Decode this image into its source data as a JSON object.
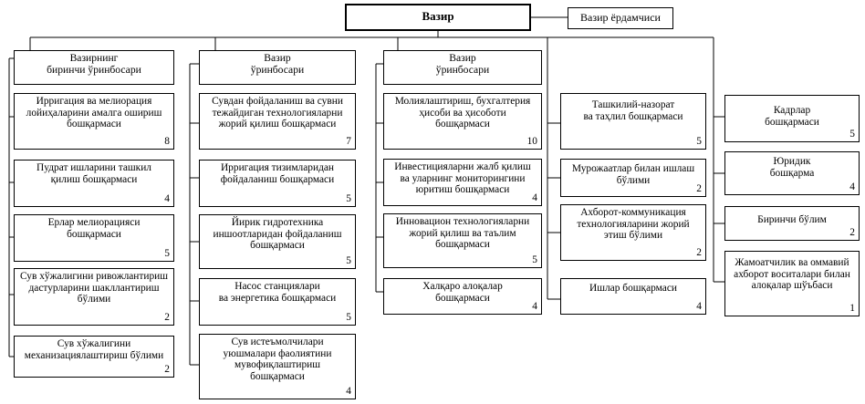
{
  "minister": "Вазир",
  "assistant": "Вазир ёрдамчиси",
  "deputies": [
    "Вазирнинг\nбиринчи ўринбосари",
    "Вазир\nўринбосари",
    "Вазир\nўринбосари"
  ],
  "col1": [
    {
      "name": "Ирригация ва мелиорация\nлойиҳаларини амалга ошириш\nбошқармаси",
      "count": "8"
    },
    {
      "name": "Пудрат ишларини ташкил\nқилиш бошқармаси",
      "count": "4"
    },
    {
      "name": "Ерлар мелиорацияси\nбошқармаси",
      "count": "5"
    },
    {
      "name": "Сув хўжалигини ривожлантириш\nдастурларини шакллантириш\nбўлими",
      "count": "2"
    },
    {
      "name": "Сув хўжалигини\nмеханизациялаштириш бўлими",
      "count": "2"
    }
  ],
  "col2": [
    {
      "name": "Сувдан фойдаланиш ва сувни\nтежайдиган технологияларни\nжорий қилиш бошқармаси",
      "count": "7"
    },
    {
      "name": "Ирригация тизимларидан\nфойдаланиш бошқармаси",
      "count": "5"
    },
    {
      "name": "Йирик гидротехника\nиншоотларидан фойдаланиш\nбошқармаси",
      "count": "5"
    },
    {
      "name": "Насос станциялари\nва энергетика бошқармаси",
      "count": "5"
    },
    {
      "name": "Сув истеъмолчилари\nуюшмалари фаолиятини\nмувофиқлаштириш\nбошқармаси",
      "count": "4"
    }
  ],
  "col3": [
    {
      "name": "Молиялаштириш, бухгалтерия\nҳисоби ва ҳисоботи\nбошқармаси",
      "count": "10"
    },
    {
      "name": "Инвестицияларни жалб қилиш\nва уларнинг мониторингини\nюритиш бошқармаси",
      "count": "4"
    },
    {
      "name": "Инновацион технологияларни\nжорий қилиш ва таълим\nбошқармаси",
      "count": "5"
    },
    {
      "name": "Халқаро алоқалар\nбошқармаси",
      "count": "4"
    }
  ],
  "col4": [
    {
      "name": "Ташкилий-назорат\nва таҳлил бошқармаси",
      "count": "5"
    },
    {
      "name": "Мурожаатлар билан ишлаш\nбўлими",
      "count": "2"
    },
    {
      "name": "Ахборот-коммуникация\nтехнологияларини жорий\nэтиш бўлими",
      "count": "2"
    },
    {
      "name": "Ишлар бошқармаси",
      "count": "4"
    }
  ],
  "col5": [
    {
      "name": "Кадрлар\nбошқармаси",
      "count": "5"
    },
    {
      "name": "Юридик\nбошқарма",
      "count": "4"
    },
    {
      "name": "Биринчи бўлим",
      "count": "2"
    },
    {
      "name": "Жамоатчилик ва оммавий\nахборот воситалари билан\nалоқалар шўъбаси",
      "count": "1"
    }
  ]
}
